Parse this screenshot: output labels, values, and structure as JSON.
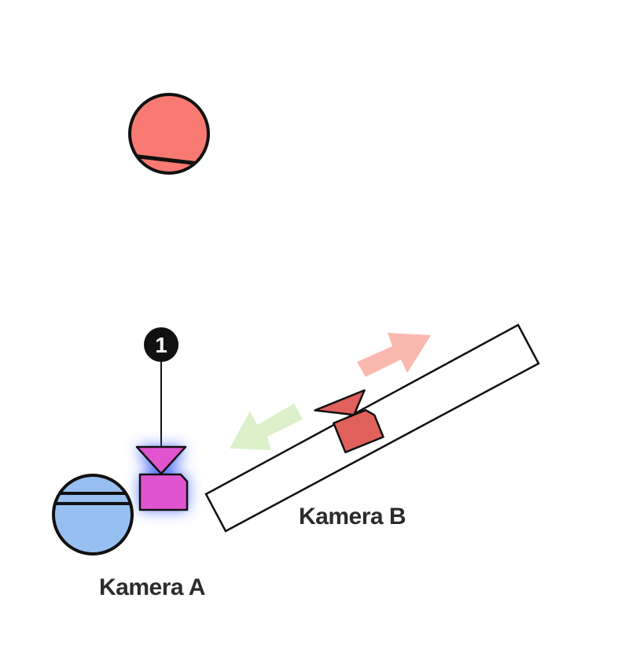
{
  "labels": {
    "camera_a": "Kamera A",
    "camera_b": "Kamera B",
    "marker_number": "1"
  },
  "icons": {
    "subject_top": "red-circle-subject-icon",
    "subject_bottom": "blue-circle-subject-icon",
    "camera_a": "magenta-camera-icon",
    "camera_b": "red-camera-icon",
    "dolly_track": "camera-dolly-track",
    "arrow_forward": "red-direction-arrow",
    "arrow_backward": "green-direction-arrow"
  },
  "colors": {
    "subject_top_fill": "#f87a72",
    "subject_bottom_fill": "#98bff2",
    "camera_a_fill": "#e055cf",
    "camera_a_glow": "#3a5cff",
    "camera_b_fill": "#e0605c",
    "arrow_forward_fill": "#f9b0a6",
    "arrow_backward_fill": "#d8f0c4",
    "outline": "#111111"
  }
}
